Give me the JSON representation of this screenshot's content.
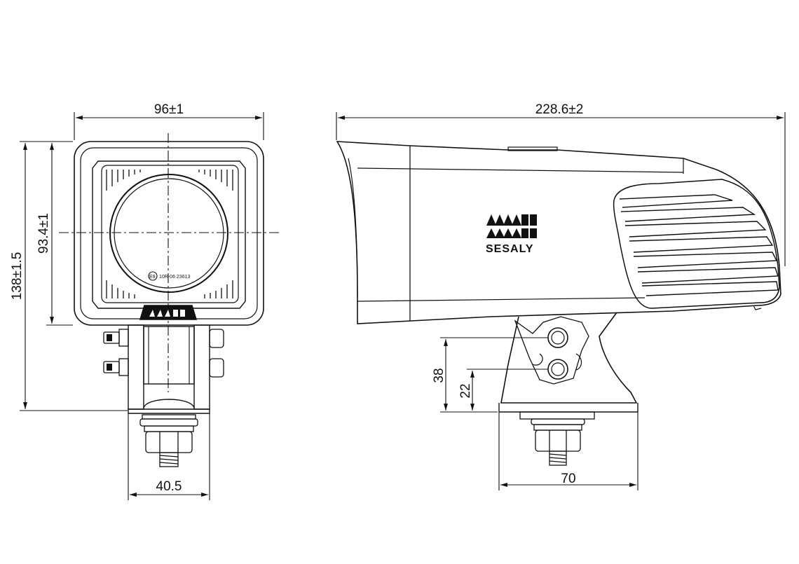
{
  "front_view": {
    "width_dim": "96±1",
    "housing_height_dim": "93.4±1",
    "overall_height_dim": "138±1.5",
    "bracket_width_dim": "40.5",
    "approval_mark": "10R-06 23613",
    "approval_mark_symbol": "E9"
  },
  "side_view": {
    "length_dim": "228.6±2",
    "upper_hole_height_dim": "38",
    "lower_hole_height_dim": "22",
    "base_width_dim": "70",
    "brand_logo": "SESALY"
  },
  "colors": {
    "line": "#111111",
    "background": "#ffffff"
  }
}
